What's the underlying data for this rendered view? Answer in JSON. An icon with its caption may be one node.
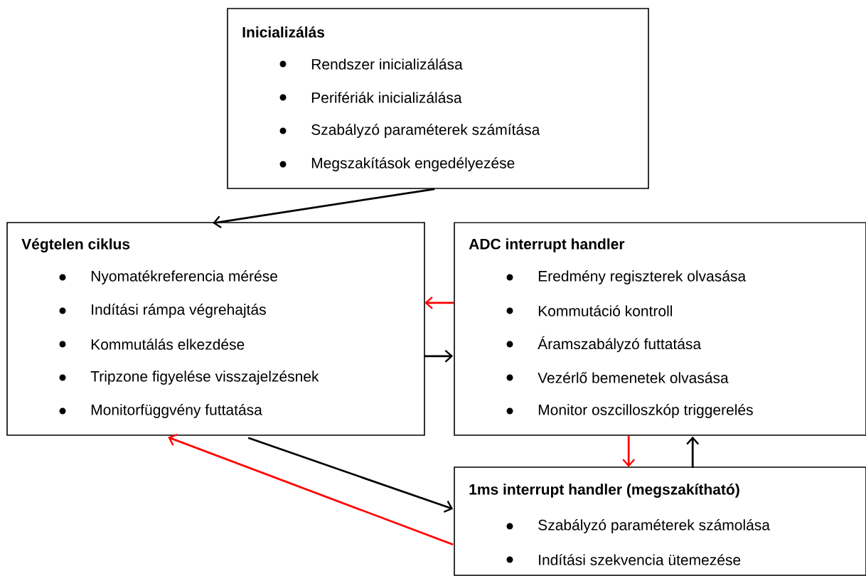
{
  "diagram": {
    "nodes": [
      {
        "text": [
          "Inicializálás",
          "Rendszer inicializálása",
          "Perifériák inicializálása",
          "Szabályzó paraméterek számítása",
          "Megszakítások engedélyezése"
        ]
      },
      {
        "text": [
          "Végtelen ciklus",
          "Nyomatékreferencia mérése",
          "Indítási rámpa végrehajtás",
          "Kommutálás elkezdése",
          "Tripzone figyelése visszajelzésnek",
          "Monitorfüggvény futtatása"
        ]
      },
      {
        "text": [
          "ADC interrupt handler",
          "Eredmény regiszterek olvasása",
          "Kommutáció kontroll",
          "Áramszabályzó futtatása",
          "Vezérlő bemenetek olvasása",
          "Monitor oszcilloszkóp triggerelés"
        ]
      },
      {
        "text": [
          "1ms interrupt handler (megszakítható)",
          "Szabályzó paraméterek számolása",
          "Indítási szekvencia ütemezése"
        ]
      }
    ],
    "edges": [
      {
        "from": 0,
        "to": 1,
        "arrow": "to"
      },
      {
        "from": 2,
        "to": 1,
        "arrow": "to",
        "color": "#ff0000"
      },
      {
        "from": 1,
        "to": 2,
        "arrow": "to"
      },
      {
        "from": 2,
        "to": 3,
        "arrow": "to",
        "color": "#ff0000"
      },
      {
        "from": 3,
        "to": 2,
        "arrow": "to"
      },
      {
        "from": 1,
        "to": 3,
        "arrow": "to"
      },
      {
        "from": 3,
        "to": 1,
        "arrow": "to",
        "color": "#ff0000"
      }
    ]
  }
}
